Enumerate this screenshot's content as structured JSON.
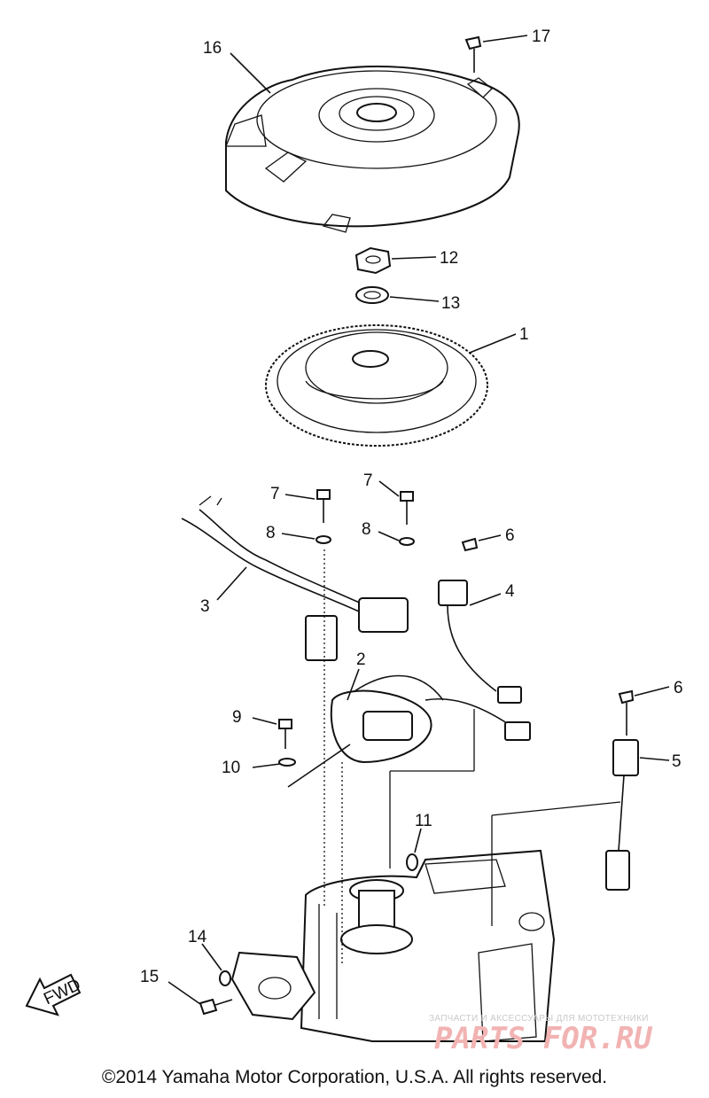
{
  "callouts": [
    "16",
    "17",
    "12",
    "13",
    "1",
    "7",
    "7",
    "8",
    "8",
    "6",
    "3",
    "4",
    "2",
    "9",
    "10",
    "6",
    "5",
    "11",
    "14",
    "15"
  ],
  "direction_label": "FWD",
  "copyright": "©2014 Yamaha Motor Corporation, U.S.A. All rights reserved.",
  "watermark": {
    "tagline": "ЗАПЧАСТИ И АКСЕССУАРЫ ДЛЯ МОТОТЕХНИКИ",
    "logo": "PARTS FOR.RU"
  }
}
